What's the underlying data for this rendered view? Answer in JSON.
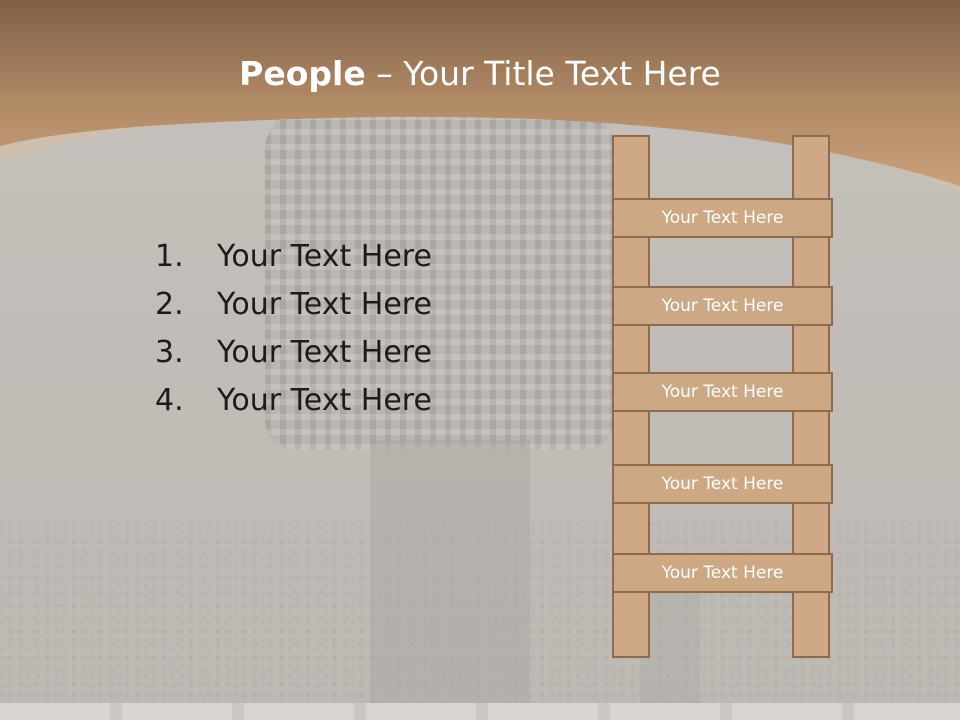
{
  "title": {
    "bold": "People",
    "rest": " – Your Title Text Here"
  },
  "list": {
    "items": [
      {
        "number": "1.",
        "text": "Your Text Here"
      },
      {
        "number": "2.",
        "text": "Your Text Here"
      },
      {
        "number": "3.",
        "text": "Your Text Here"
      },
      {
        "number": "4.",
        "text": "Your Text Here"
      }
    ]
  },
  "ladder": {
    "rungs": [
      {
        "label": "Your Text Here"
      },
      {
        "label": "Your Text Here"
      },
      {
        "label": "Your Text Here"
      },
      {
        "label": "Your Text Here"
      },
      {
        "label": "Your Text Here"
      }
    ]
  },
  "colors": {
    "header_brown": "#a47c5a",
    "ladder_fill": "#cca884",
    "ladder_border": "#8f6a4b",
    "title_text": "#ffffff",
    "list_text": "#1c1c1c"
  }
}
